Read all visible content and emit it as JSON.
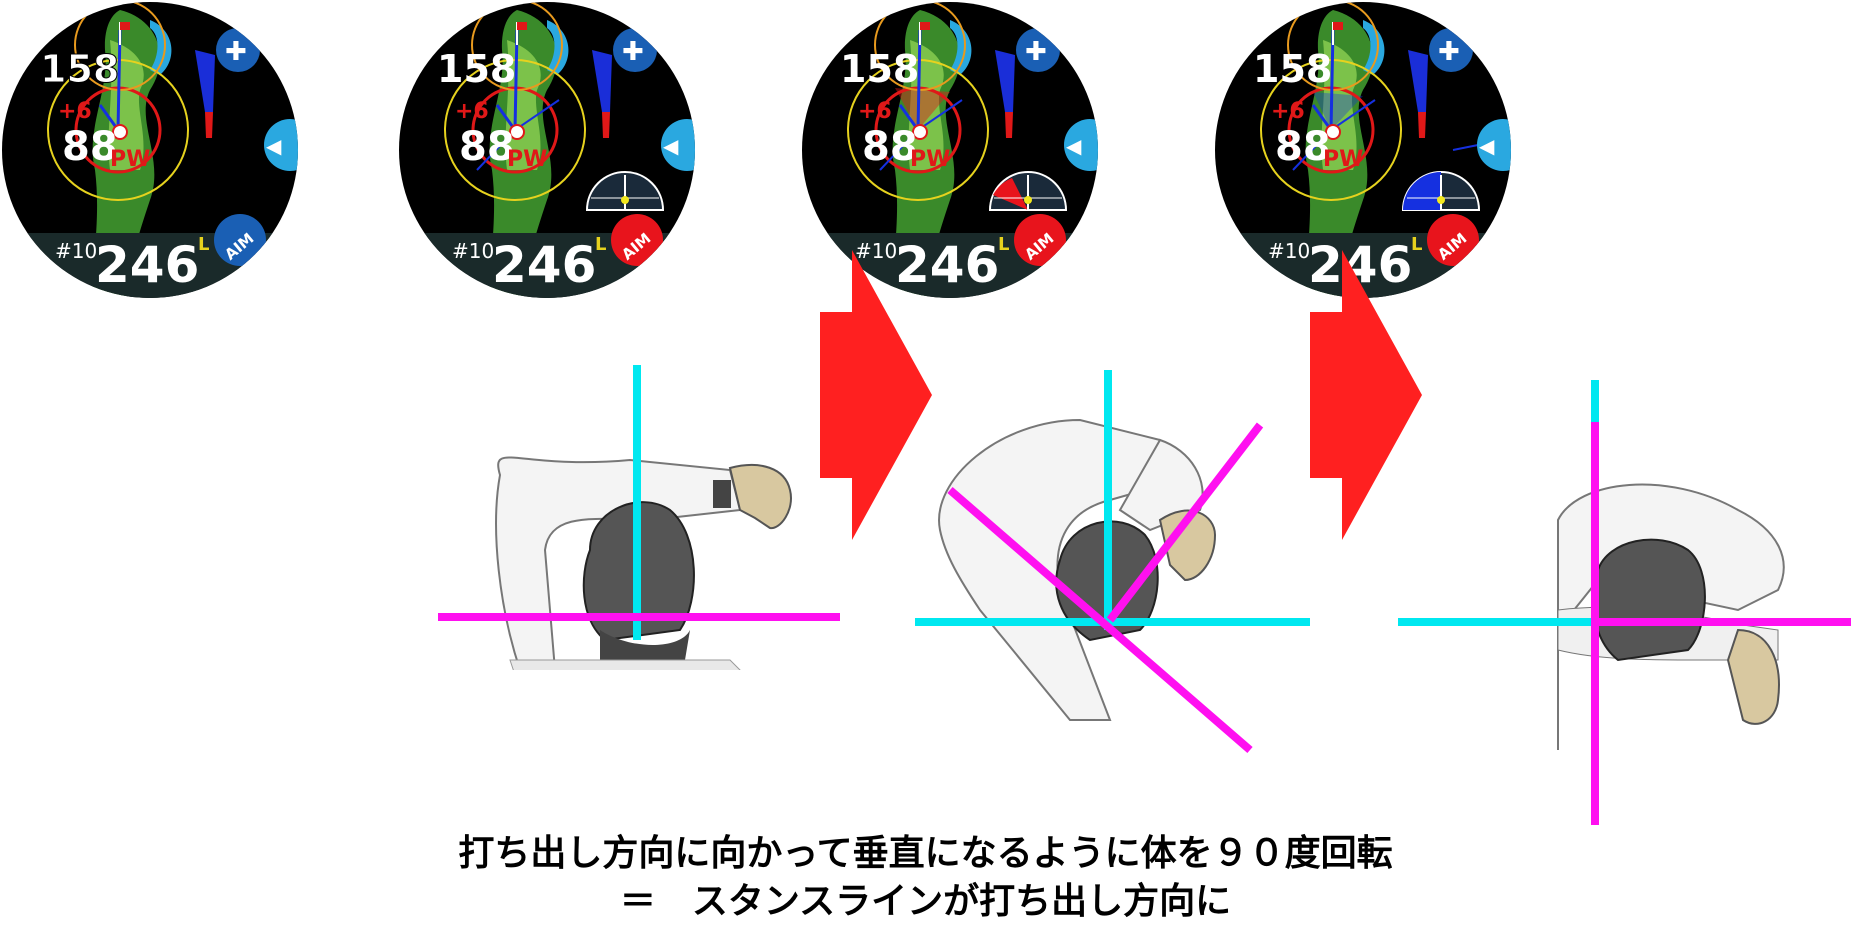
{
  "watch": {
    "left_distance": "158",
    "elevation": "+6",
    "shot_distance": "88",
    "club": "PW",
    "hole": "#10",
    "total_distance": "246",
    "side": "L",
    "aim_label": "AIM",
    "plus_glyph": "✚",
    "back_glyph": "◀"
  },
  "steps": [
    {
      "aim_color": "#1a5fb4",
      "show_gauge": false
    },
    {
      "aim_color": "#e8141c",
      "show_gauge": true,
      "gauge_mode": "idle"
    },
    {
      "aim_color": "#e8141c",
      "show_gauge": true,
      "gauge_mode": "red"
    },
    {
      "aim_color": "#e8141c",
      "show_gauge": true,
      "gauge_mode": "blue"
    }
  ],
  "colors": {
    "arrow": "#ff2020",
    "line_cyan": "#00e8f0",
    "line_magenta": "#ff10f0",
    "aim_blue": "#1a5fb4",
    "aim_red": "#e8141c"
  },
  "caption": {
    "line1": "打ち出し方向に向かって垂直になるように体を９０度回転",
    "line2": "＝　スタンスラインが打ち出し方向に"
  }
}
